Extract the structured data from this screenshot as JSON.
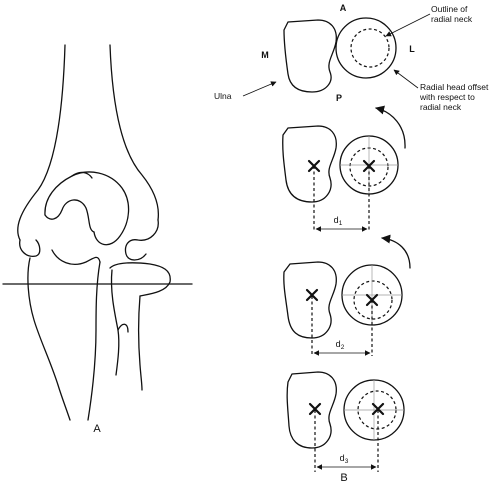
{
  "panel_a": {
    "label": "A"
  },
  "panel_b": {
    "label": "B",
    "orientation": {
      "anterior": "A",
      "posterior": "P",
      "medial": "M",
      "lateral": "L"
    },
    "callouts": {
      "ulna": "Ulna",
      "neck_line1": "Outline of",
      "neck_line2": "radial neck",
      "offset_line1": "Radial head offset",
      "offset_line2": "with respect to",
      "offset_line3": "radial neck"
    },
    "distances": [
      {
        "label": "d",
        "sub": "1"
      },
      {
        "label": "d",
        "sub": "2"
      },
      {
        "label": "d",
        "sub": "3"
      }
    ]
  },
  "colors": {
    "line": "#111111",
    "grid": "#9a9a9a",
    "background": "#ffffff"
  }
}
